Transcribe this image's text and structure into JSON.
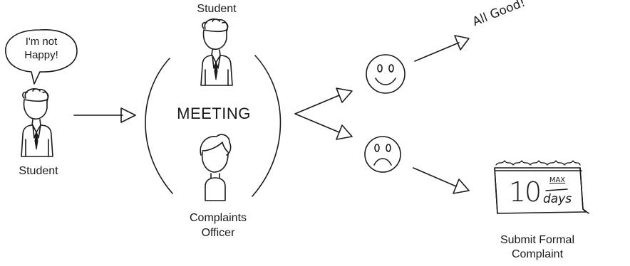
{
  "diagram": {
    "speech_bubble": {
      "line1": "I'm not",
      "line2": "Happy!"
    },
    "student_left_label": "Student",
    "student_top_label": "Student",
    "meeting_label": "MEETING",
    "officer_label": {
      "line1": "Complaints",
      "line2": "Officer"
    },
    "outcome_good": {
      "label": "All Good!",
      "icon": "happy-face-icon"
    },
    "outcome_bad": {
      "icon": "sad-face-icon"
    },
    "calendar": {
      "number": "10",
      "unit_top": "MAX",
      "unit_bottom": "days",
      "icon": "calendar-icon"
    },
    "formal_label": {
      "line1": "Submit Formal",
      "line2": "Complaint"
    }
  }
}
